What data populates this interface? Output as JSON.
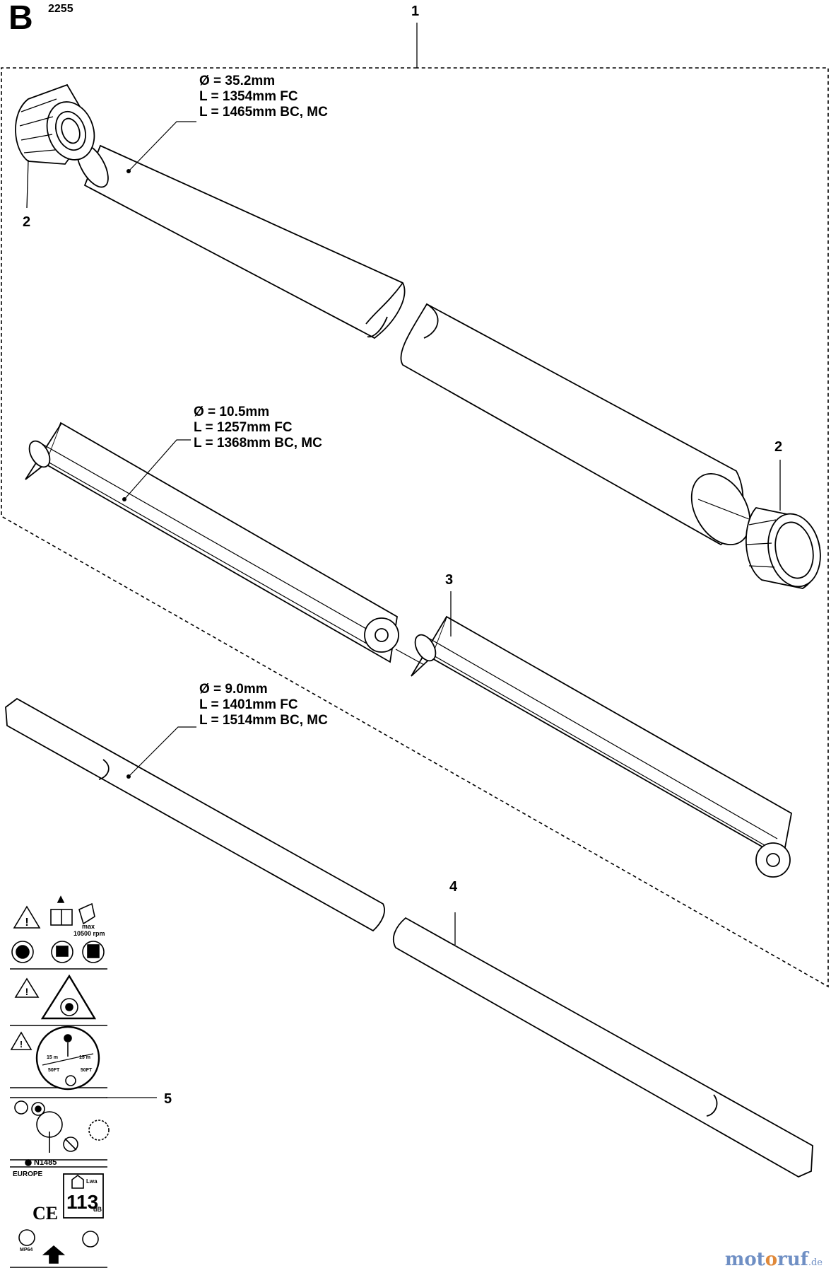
{
  "header": {
    "section_letter": "B",
    "diagram_code": "2255"
  },
  "callouts": {
    "c1": "1",
    "c2a": "2",
    "c2b": "2",
    "c3": "3",
    "c4": "4",
    "c5": "5"
  },
  "tube": {
    "line1": "Ø = 35.2mm",
    "line2": "L = 1354mm FC",
    "line3": "L = 1465mm BC, MC"
  },
  "liner": {
    "line1": "Ø = 10.5mm",
    "line2": "L = 1257mm FC",
    "line3": "L = 1368mm BC, MC"
  },
  "shaft": {
    "line1": "Ø = 9.0mm",
    "line2": "L = 1401mm FC",
    "line3": "L = 1514mm BC, MC"
  },
  "decal": {
    "max_label": "max",
    "rpm_label": "10500 rpm",
    "distance_left": "15 m",
    "distance_left_ft": "50FT",
    "distance_right": "15 m",
    "distance_right_ft": "50FT",
    "cert_code": "N1485",
    "region": "EUROPE",
    "ce_mark": "CE",
    "lwa_label": "Lwa",
    "sound_level": "113",
    "sound_unit": "dB",
    "pct_code": "MP64"
  },
  "watermark": {
    "part1": "mot",
    "part2": "o",
    "part3": "ruf",
    "suffix": ".de"
  }
}
